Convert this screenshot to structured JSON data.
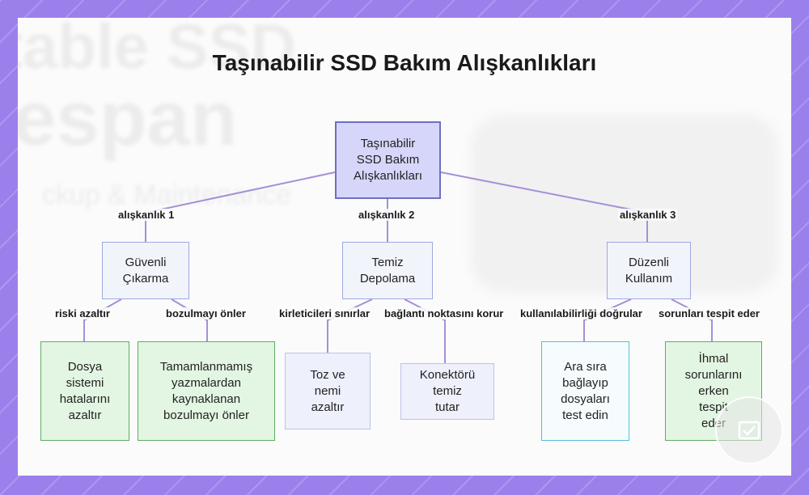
{
  "title": "Taşınabilir SSD Bakım Alışkanlıkları",
  "background_text": [
    "table SSD",
    "espan",
    "ckup & Maintenance"
  ],
  "colors": {
    "frame": "#9b80ec",
    "edge": "#a58fd6",
    "root_fill": "#d6d6fb",
    "leaf_green": "#e3f5e3",
    "leaf_cyan_border": "#4fc2d4"
  },
  "root": {
    "label": "Taşınabilir\nSSD Bakım\nAlışkanlıkları"
  },
  "edge_labels": {
    "habit1": "alışkanlık 1",
    "habit2": "alışkanlık 2",
    "habit3": "alışkanlık 3",
    "risk": "riski azaltır",
    "prevent": "bozulmayı önler",
    "limit": "kirleticileri sınırlar",
    "protect": "bağlantı noktasını korur",
    "verify": "kullanılabilirliği doğrular",
    "detect": "sorunları tespit eder"
  },
  "categories": {
    "safe_eject": "Güvenli\nÇıkarma",
    "clean_storage": "Temiz\nDepolama",
    "regular_use": "Düzenli\nKullanım"
  },
  "leaves": {
    "reduce_errors": "Dosya\nsistemi\nhatalarını\nazaltır",
    "prevent_corruption": "Tamamlanmamış\nyazmalardan\nkaynaklanan\nbozulmayı önler",
    "dust_moisture": "Toz ve\nnemi\nazaltır",
    "keep_connector": "Konektörü\ntemiz\ntutar",
    "test_files": "Ara sıra\nbağlayıp\ndosyaları\ntest edin",
    "early_detect": "İhmal\nsorunlarını\nerken\ntespit\neder"
  },
  "watermark_icon": "document-check-icon"
}
